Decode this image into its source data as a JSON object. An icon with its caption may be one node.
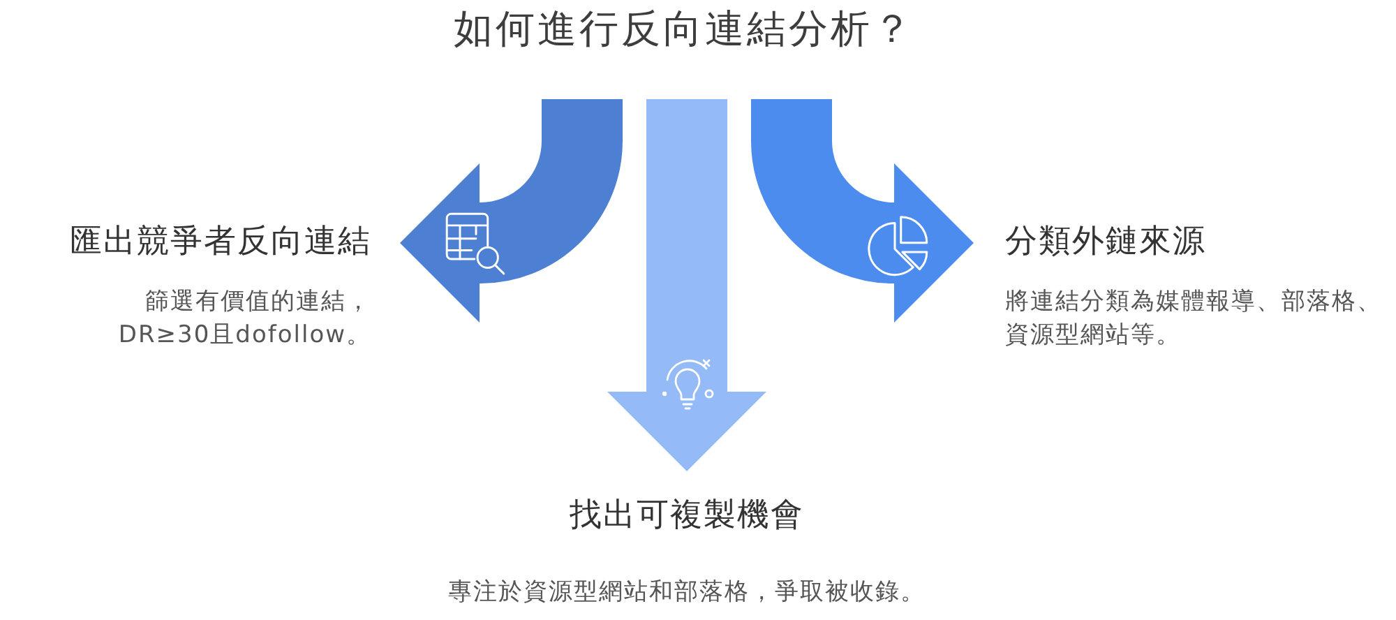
{
  "diagram": {
    "title": "如何進行反向連結分析？",
    "nodes": [
      {
        "text": [
          "匯出競爭者反向連結",
          "篩選有價值的連結，DR≥30且dofollow。"
        ]
      },
      {
        "text": [
          "分類外鏈來源",
          "將連結分類為媒體報導、部落格、資源型網站等。"
        ]
      },
      {
        "text": [
          "找出可複製機會",
          "專注於資源型網站和部落格，爭取被收錄。"
        ]
      }
    ],
    "edges": [
      {
        "from": null,
        "to": 0,
        "arrow": "to",
        "color": "#4d80d2"
      },
      {
        "from": null,
        "to": 1,
        "arrow": "to",
        "color": "#4b8cee"
      },
      {
        "from": null,
        "to": 2,
        "arrow": "to",
        "color": "#94bbf8"
      }
    ]
  }
}
